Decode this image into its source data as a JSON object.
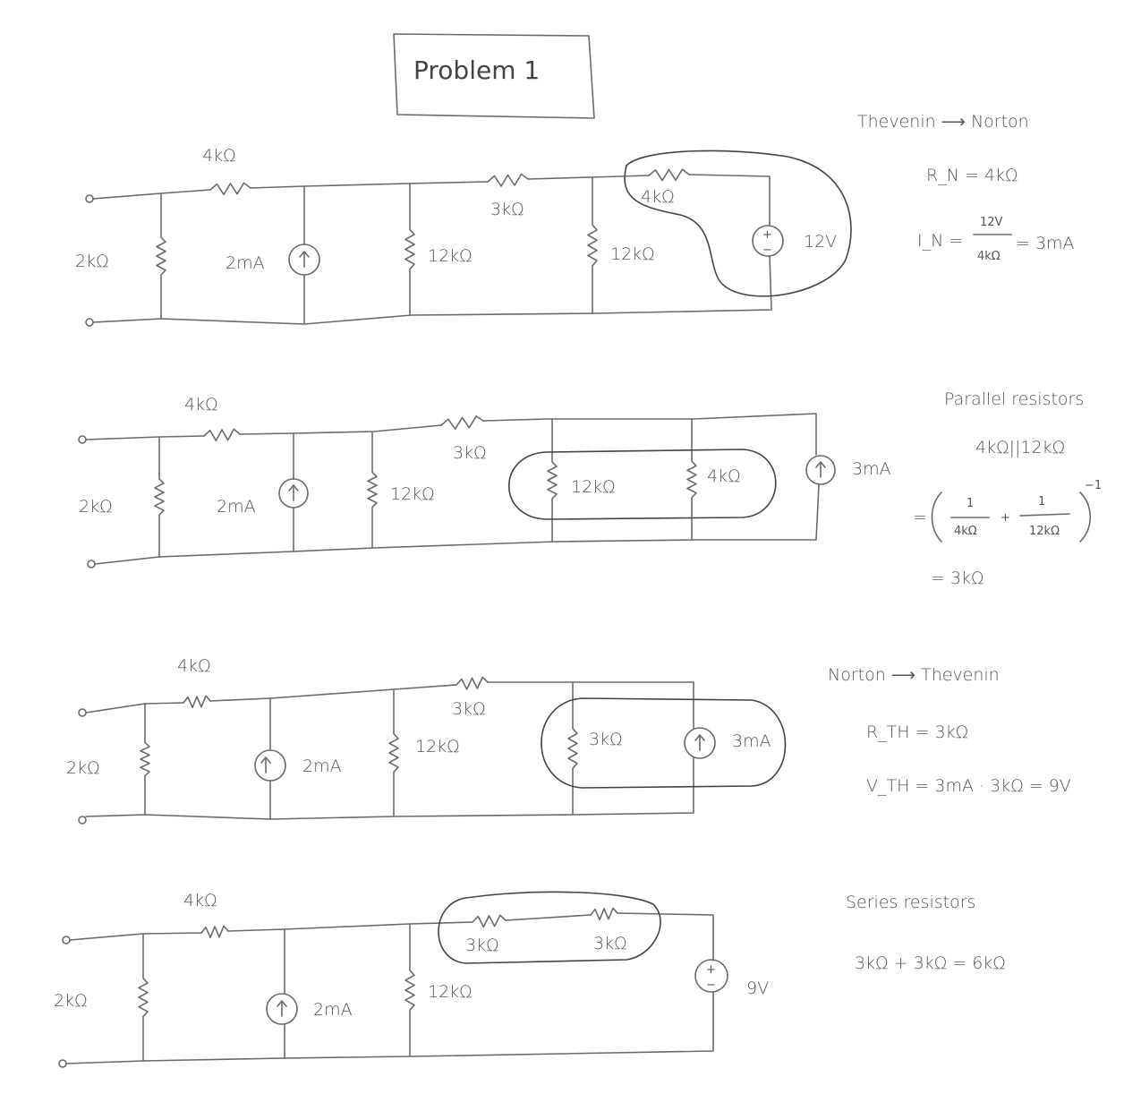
{
  "title": "Problem 1",
  "circuit1": {
    "r_in": "2kΩ",
    "r_series": "4kΩ",
    "source_i": "2mA",
    "r_mid": "12kΩ",
    "r_3k": "3kΩ",
    "r_12k_2": "12kΩ",
    "r_4k": "4kΩ",
    "source_v": "12V",
    "plus": "+",
    "minus": "−"
  },
  "circuit2": {
    "r_in": "2kΩ",
    "r_series": "4kΩ",
    "source_i": "2mA",
    "r_mid": "12kΩ",
    "r_3k": "3kΩ",
    "r_12k": "12kΩ",
    "r_4k": "4kΩ",
    "source_i2": "3mA"
  },
  "circuit3": {
    "r_in": "2kΩ",
    "r_series": "4kΩ",
    "source_i": "2mA",
    "r_mid": "12kΩ",
    "r_3k_top": "3kΩ",
    "r_3k": "3kΩ",
    "source_i2": "3mA"
  },
  "circuit4": {
    "r_in": "2kΩ",
    "r_series": "4kΩ",
    "source_i": "2mA",
    "r_mid": "12kΩ",
    "r_3k_a": "3kΩ",
    "r_3k_b": "3kΩ",
    "source_v": "9V",
    "plus": "+",
    "minus": "−"
  },
  "notes": {
    "step1": {
      "heading": "Thevenin ⟶ Norton",
      "rn": "R_N = 4kΩ",
      "in_label": "I_N =",
      "in_num": "12V",
      "in_den": "4kΩ",
      "in_result": "= 3mA"
    },
    "step2": {
      "heading": "Parallel resistors",
      "expr": "4kΩ||12kΩ",
      "eq": "=",
      "f1_num": "1",
      "f1_den": "4kΩ",
      "plus": "+",
      "f2_num": "1",
      "f2_den": "12kΩ",
      "exp": "−1",
      "result": "= 3kΩ"
    },
    "step3": {
      "heading": "Norton ⟶ Thevenin",
      "rth": "R_TH = 3kΩ",
      "vth": "V_TH = 3mA · 3kΩ = 9V"
    },
    "step4": {
      "heading": "Series resistors",
      "sum": "3kΩ + 3kΩ = 6kΩ"
    }
  }
}
